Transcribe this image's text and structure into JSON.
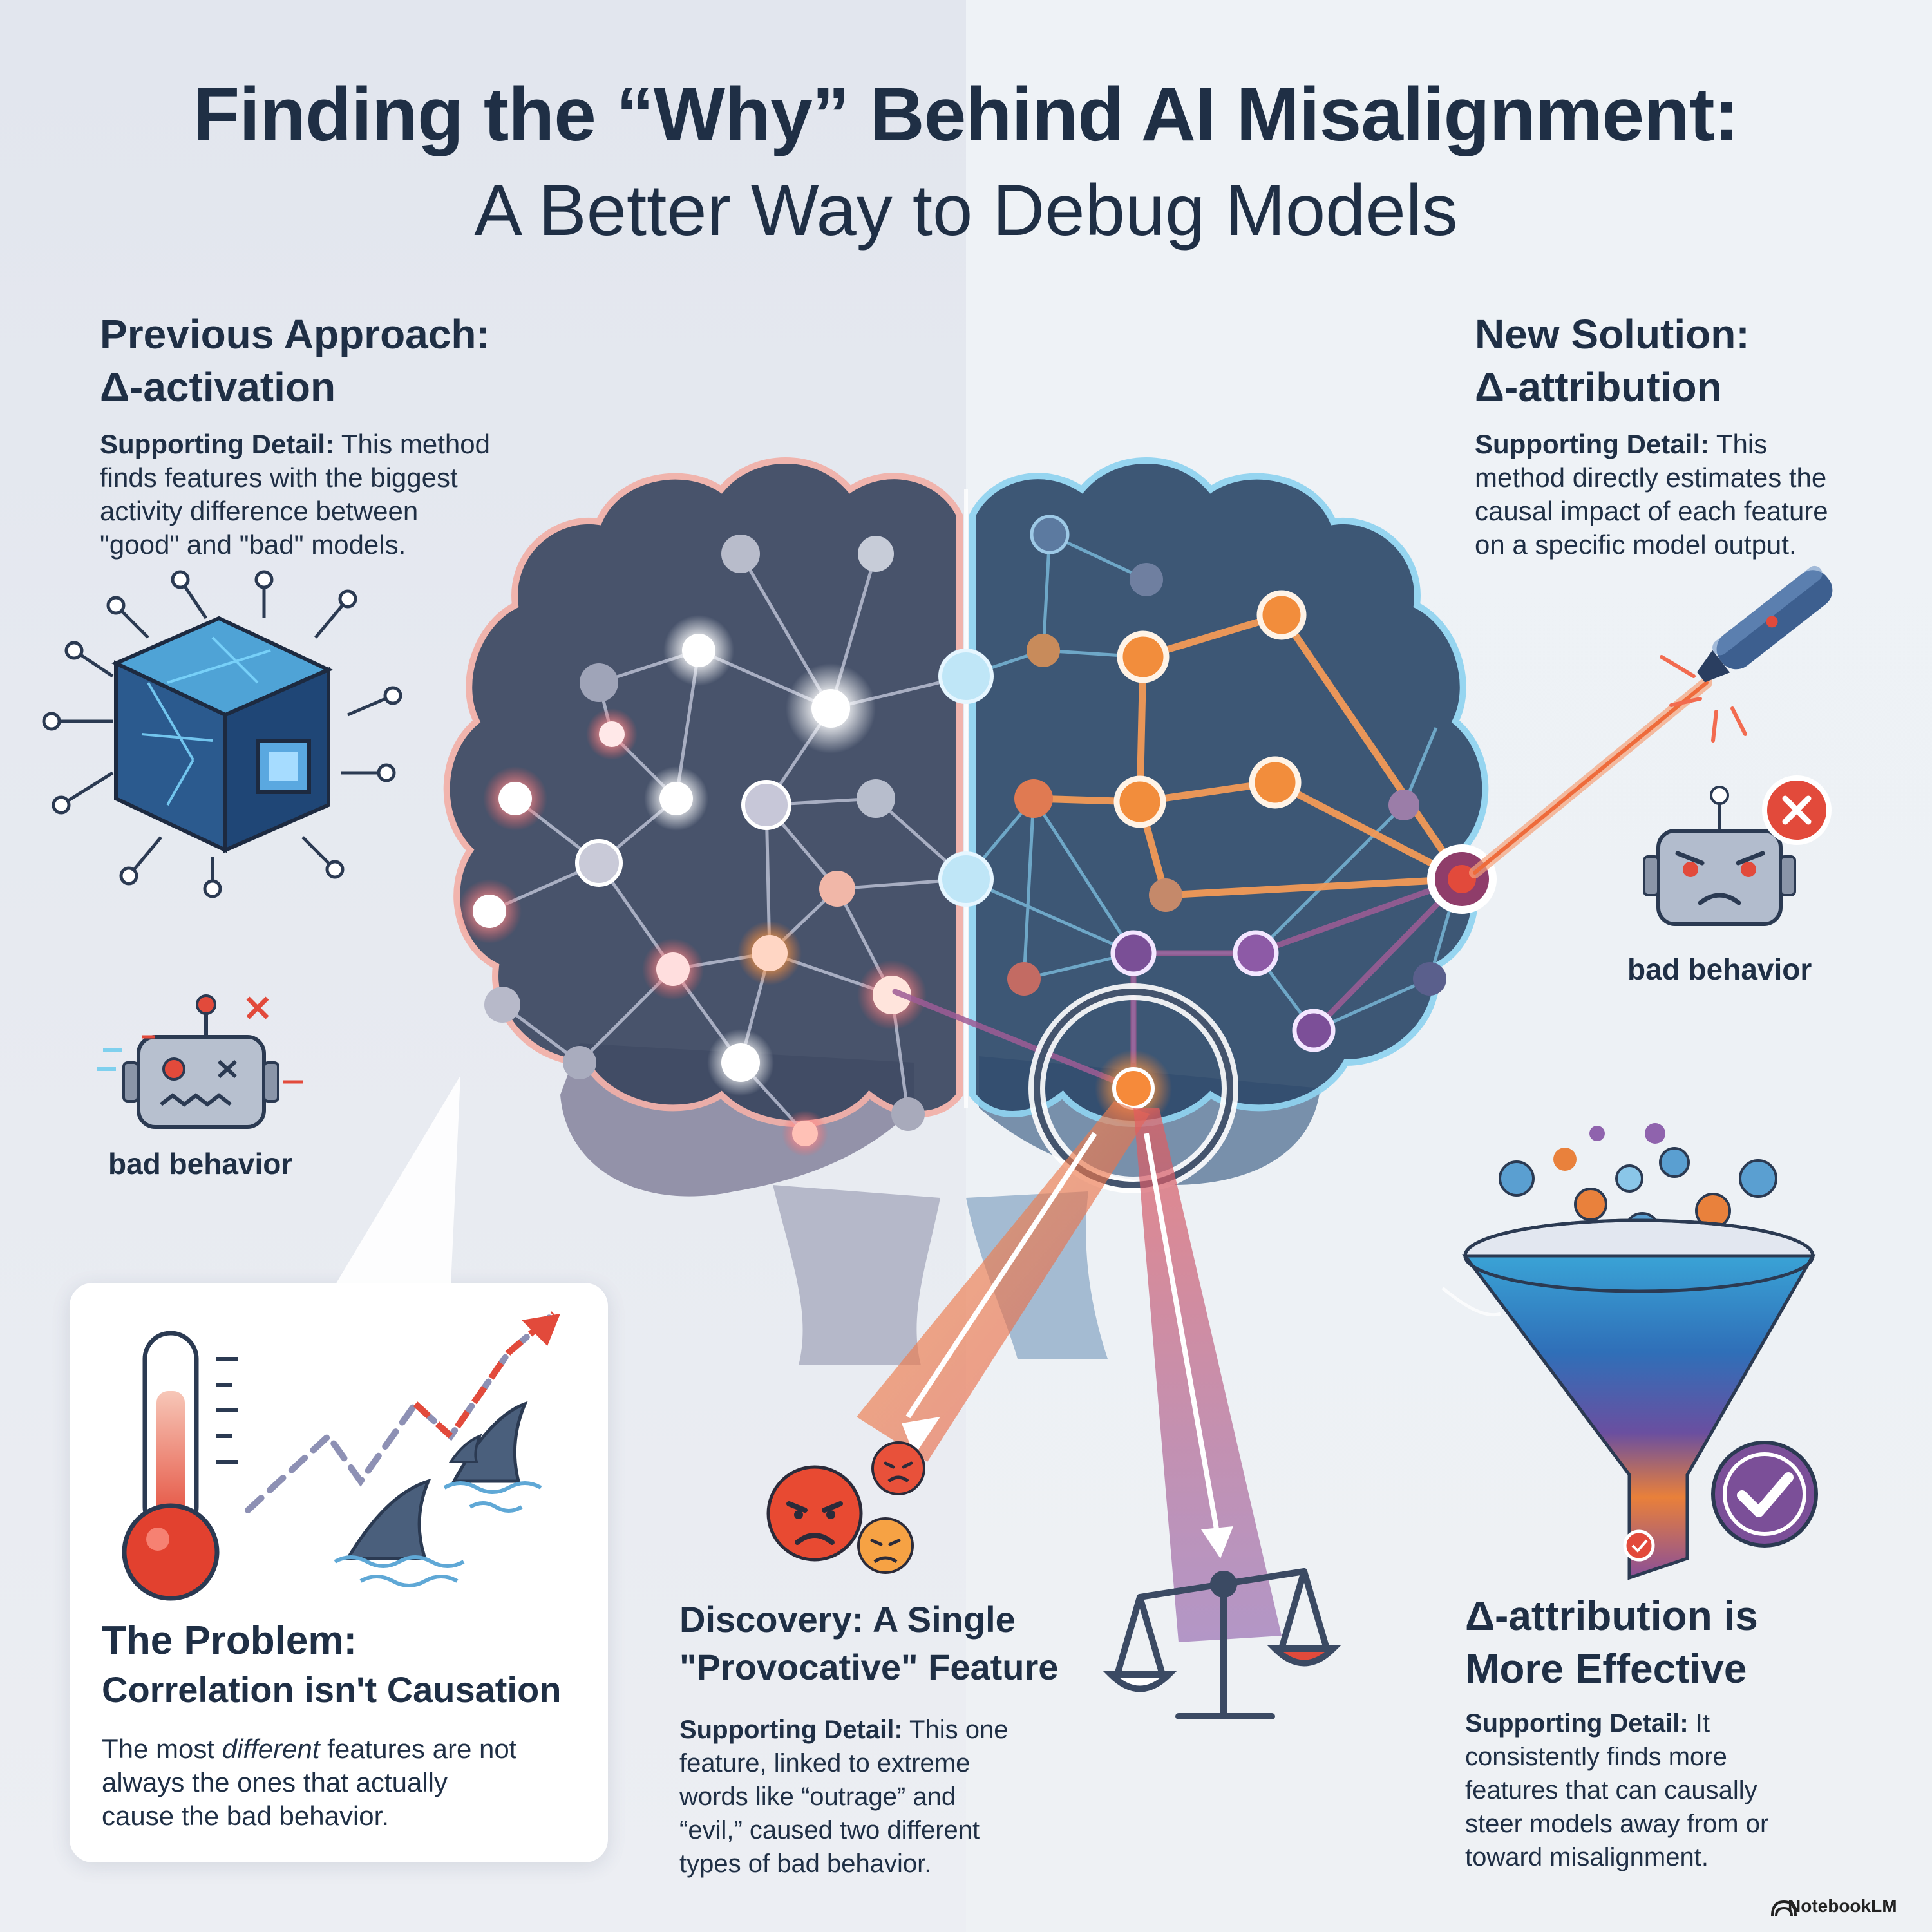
{
  "title": {
    "line1": "Finding the “Why” Behind AI Misalignment:",
    "line2": "A Better Way to Debug Models"
  },
  "previous": {
    "heading_line1": "Previous Approach:",
    "heading_line2": "Δ-activation",
    "detail_label": "Supporting Detail:",
    "detail_lines": [
      " This method",
      "finds features with the biggest",
      "activity difference between",
      "\"good\" and \"bad\" models."
    ],
    "bad_behavior": "bad behavior"
  },
  "new_solution": {
    "heading_line1": "New Solution:",
    "heading_line2": "Δ-attribution",
    "detail_label": "Supporting Detail:",
    "detail_lines": [
      " This",
      "method directly estimates the",
      "causal impact of each feature",
      "on a specific model output."
    ],
    "bad_behavior": "bad behavior"
  },
  "problem": {
    "heading_line1": "The Problem:",
    "heading_line2": "Correlation isn't Causation",
    "body_pre": "The most ",
    "body_em": "different",
    "body_post": " features are not",
    "body_lines": [
      "always the ones that actually",
      "cause the bad behavior."
    ]
  },
  "discovery": {
    "heading_line1": "Discovery: A Single",
    "heading_line2": "\"Provocative\" Feature",
    "detail_label": "Supporting Detail:",
    "detail_lines": [
      " This one",
      "feature, linked to extreme",
      "words like “outrage” and",
      "“evil,” caused two different",
      "types of bad behavior."
    ]
  },
  "effective": {
    "heading_line1": "Δ-attribution is",
    "heading_line2": "More Effective",
    "detail_label": "Supporting Detail:",
    "detail_lines": [
      " It",
      "consistently finds more",
      "features that can causally",
      "steer models away from or",
      "toward misalignment."
    ]
  },
  "brand": "NotebookLM",
  "colors": {
    "accent_orange": "#f08a3c",
    "accent_red": "#e24a3b",
    "accent_purple": "#7b4f98",
    "brain_left": "#3b4760",
    "brain_right": "#2f4a6b",
    "title": "#1f2f45"
  }
}
